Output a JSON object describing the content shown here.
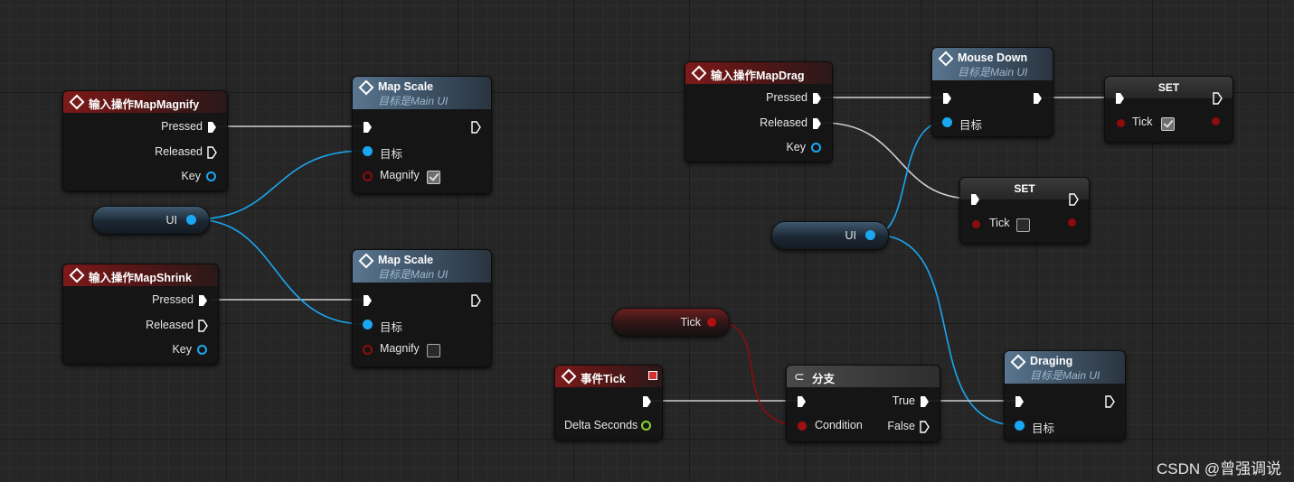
{
  "colors": {
    "exec": "#ffffff",
    "object": "#1aa7f2",
    "bool": "#8e0b0b",
    "float": "#8ad52c",
    "event_header": "#7e1a1a",
    "function_header": "#5a7690"
  },
  "nodes": {
    "magnify_event": {
      "title": "输入操作MapMagnify",
      "pressed": "Pressed",
      "released": "Released",
      "key": "Key"
    },
    "shrink_event": {
      "title": "输入操作MapShrink",
      "pressed": "Pressed",
      "released": "Released",
      "key": "Key"
    },
    "map_scale_1": {
      "title": "Map Scale",
      "subtitle": "目标是Main UI",
      "target": "目标",
      "magnify": "Magnify",
      "magnify_checked": true
    },
    "map_scale_2": {
      "title": "Map Scale",
      "subtitle": "目标是Main UI",
      "target": "目标",
      "magnify": "Magnify",
      "magnify_checked": false
    },
    "ui_var_left": {
      "label": "UI"
    },
    "drag_event": {
      "title": "输入操作MapDrag",
      "pressed": "Pressed",
      "released": "Released",
      "key": "Key"
    },
    "mouse_down": {
      "title": "Mouse Down",
      "subtitle": "目标是Main UI",
      "target": "目标"
    },
    "set_top": {
      "title": "SET",
      "tick": "Tick",
      "checked": true
    },
    "set_mid": {
      "title": "SET",
      "tick": "Tick",
      "checked": false
    },
    "ui_var_right": {
      "label": "UI"
    },
    "tick_var": {
      "label": "Tick"
    },
    "event_tick": {
      "title": "事件Tick",
      "delta": "Delta Seconds"
    },
    "branch": {
      "title": "分支",
      "true": "True",
      "false": "False",
      "condition": "Condition"
    },
    "draging": {
      "title": "Draging",
      "subtitle": "目标是Main UI",
      "target": "目标"
    }
  },
  "watermark": "CSDN @曾强调说"
}
